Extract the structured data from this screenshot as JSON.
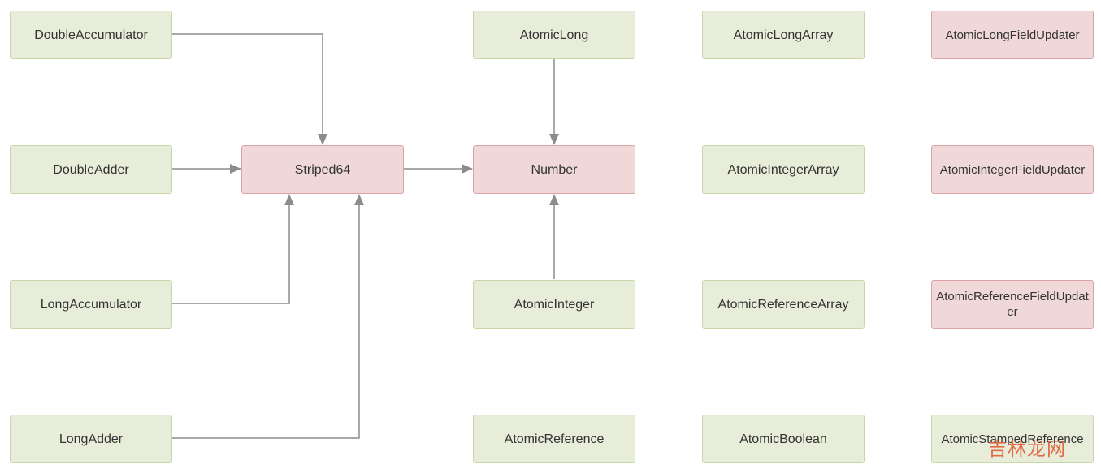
{
  "colors": {
    "green_fill": "#e8edd9",
    "green_border": "#c7d8a8",
    "red_fill": "#f0d8d8",
    "red_border": "#dba3a3",
    "arrow": "#8c8c8c",
    "text": "#333333"
  },
  "nodes": {
    "double_accumulator": "DoubleAccumulator",
    "double_adder": "DoubleAdder",
    "long_accumulator": "LongAccumulator",
    "long_adder": "LongAdder",
    "striped64": "Striped64",
    "atomic_long": "AtomicLong",
    "number": "Number",
    "atomic_integer": "AtomicInteger",
    "atomic_reference": "AtomicReference",
    "atomic_long_array": "AtomicLongArray",
    "atomic_integer_array": "AtomicIntegerArray",
    "atomic_reference_array": "AtomicReferenceArray",
    "atomic_boolean": "AtomicBoolean",
    "atomic_long_field_updater": "AtomicLongFieldUpdater",
    "atomic_integer_field_updater": "AtomicIntegerFieldUpdater",
    "atomic_reference_field_updater": "AtomicReferenceFieldUpdater",
    "atomic_stamped_reference": "AtomicStampedReference"
  },
  "edges": [
    {
      "from": "DoubleAccumulator",
      "to": "Striped64"
    },
    {
      "from": "DoubleAdder",
      "to": "Striped64"
    },
    {
      "from": "LongAccumulator",
      "to": "Striped64"
    },
    {
      "from": "LongAdder",
      "to": "Striped64"
    },
    {
      "from": "Striped64",
      "to": "Number"
    },
    {
      "from": "AtomicLong",
      "to": "Number"
    },
    {
      "from": "AtomicInteger",
      "to": "Number"
    }
  ],
  "watermark": {
    "text": "吉林龙网"
  }
}
